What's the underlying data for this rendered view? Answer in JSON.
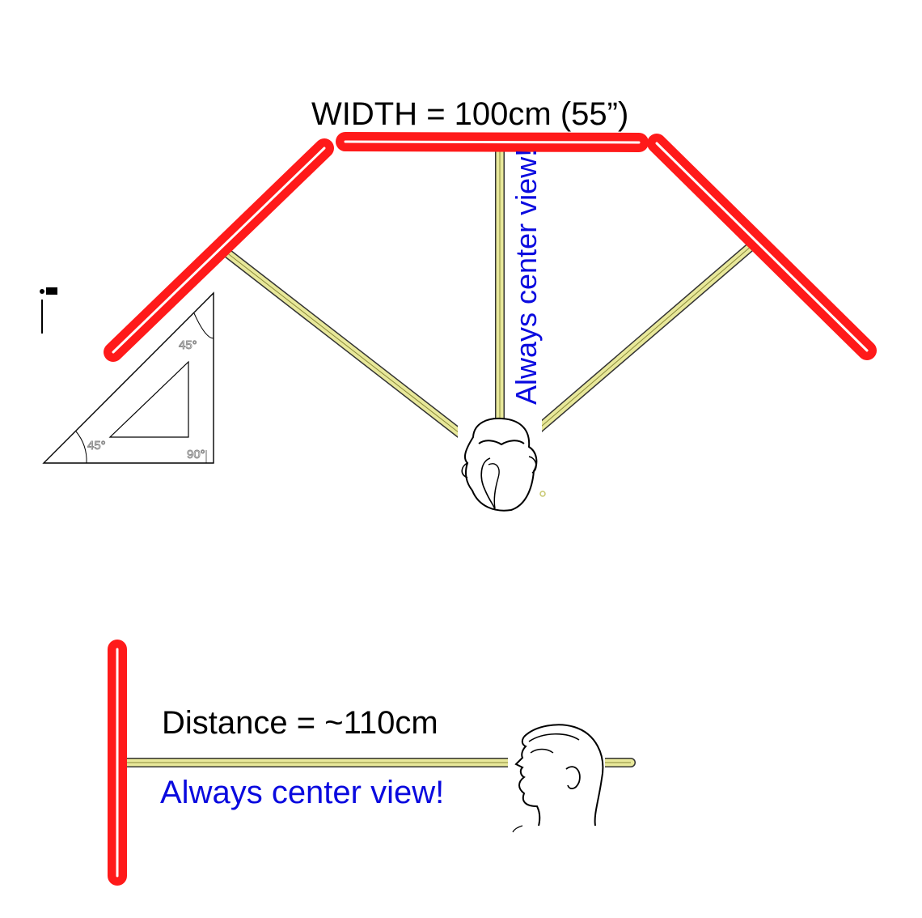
{
  "top_view": {
    "width_label": "WIDTH = 100cm (55”)",
    "center_label": "Always center view!"
  },
  "side_view": {
    "distance_label": "Distance = ~110cm",
    "center_label": "Always center view!"
  },
  "set_square": {
    "angle_top": "45°",
    "angle_left": "45°",
    "angle_right": "90°"
  },
  "colors": {
    "monitor": "#ff1a1a",
    "sightline": "#e8e89a",
    "label_blue": "#0a0adf"
  },
  "icons": [
    "set-square-icon",
    "head-top-view-icon",
    "head-side-view-icon"
  ]
}
